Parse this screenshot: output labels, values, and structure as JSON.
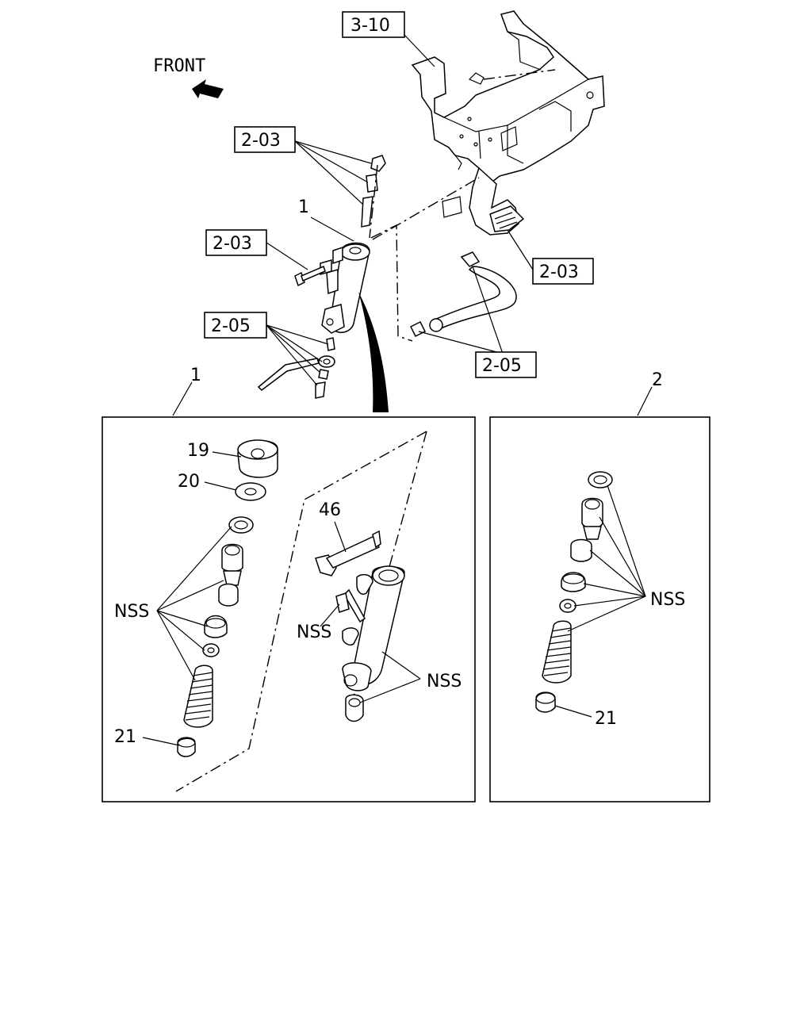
{
  "front_label": "FRONT",
  "refs": {
    "r310": "3-10",
    "r203_top": "2-03",
    "r203_left": "2-03",
    "r203_right": "2-03",
    "r205_left": "2-05",
    "r205_right": "2-05"
  },
  "callouts": {
    "c1_top": "1",
    "c1_box": "1",
    "c2_box": "2",
    "c19": "19",
    "c20": "20",
    "c46": "46",
    "c21_left": "21",
    "c21_right": "21",
    "nss_left": "NSS",
    "nss_mid": "NSS",
    "nss_cyl": "NSS",
    "nss_right": "NSS"
  }
}
